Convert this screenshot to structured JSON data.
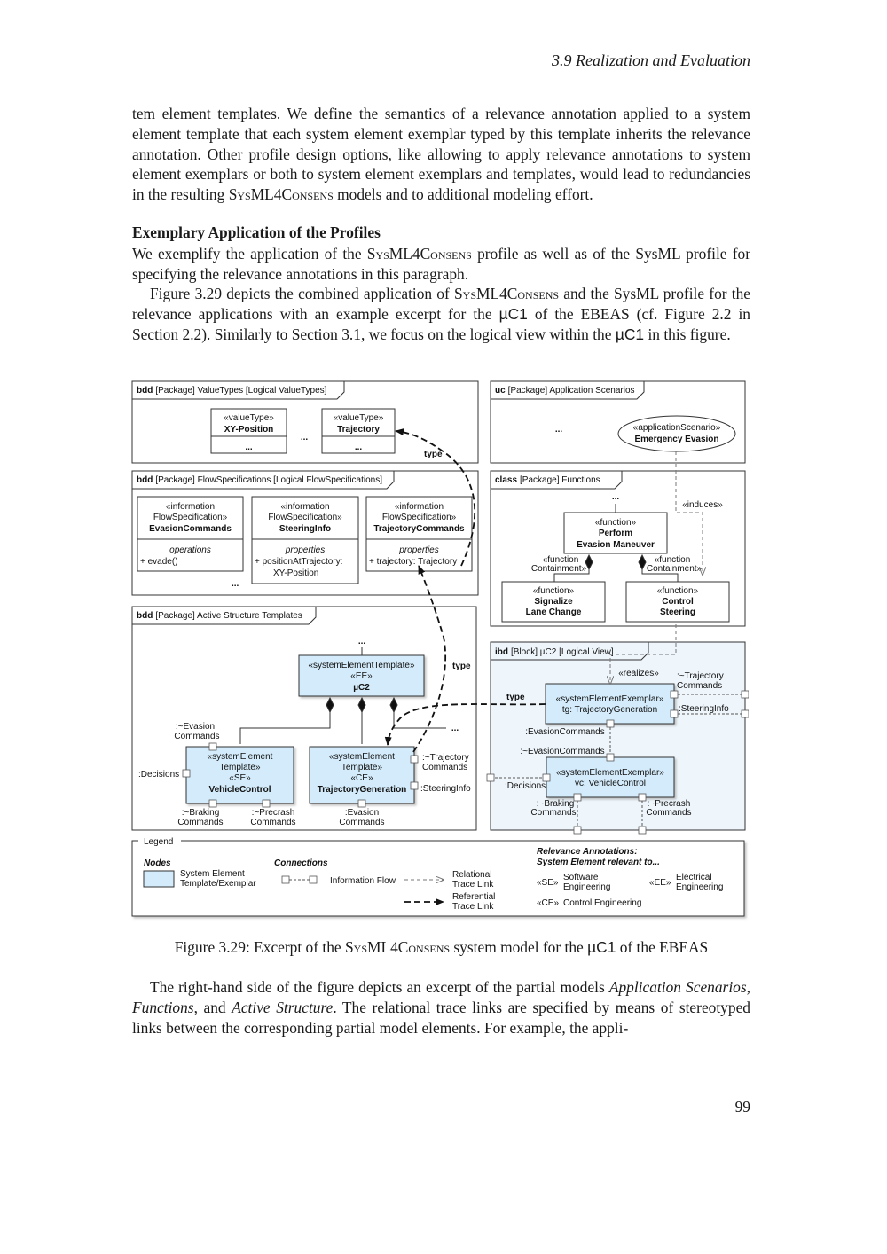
{
  "header": {
    "section": "3.9  Realization and Evaluation"
  },
  "p1": {
    "text": "tem element templates. We define the semantics of a relevance annotation applied to a system element template that each system element exemplar typed by this template inherits the relevance annotation. Other profile design options, like allowing to apply relevance annotations to system element exemplars or both to system element exemplars and templates, would lead to redundancies in the resulting ",
    "sc": "SysML4Consens",
    "tail": " models and to additional modeling effort."
  },
  "heading": "Exemplary Application of the Profiles",
  "p2": {
    "a": "We exemplify the application of the ",
    "sc": "SysML4Consens",
    "b": " profile as well as of the SysML profile for specifying the relevance annotations in this paragraph."
  },
  "p3": {
    "a": "Figure 3.29 depicts the combined application of ",
    "sc": "SysML4Consens",
    "b": " and the SysML profile for the relevance applications with an example excerpt for the ",
    "uc1": "µC1",
    "c": " of the EBEAS (cf. Figure 2.2 in Section 2.2). Similarly to Section 3.1, we focus on the logical view within the ",
    "uc1b": "µC1",
    "d": " in this figure."
  },
  "figure": {
    "valuetypes": {
      "frame_kind": "bdd",
      "frame_title": "[Package] ValueTypes [Logical ValueTypes]",
      "b1_stereo": "«valueType»",
      "b1_name": "XY-Position",
      "b1_dots": "...",
      "between_dots": "...",
      "b2_stereo": "«valueType»",
      "b2_name": "Trajectory",
      "b2_dots": "...",
      "type_label": "type"
    },
    "flowspecs": {
      "frame_kind": "bdd",
      "frame_title": "[Package] FlowSpecifications [Logical FlowSpecifications]",
      "fs1_s1": "«information",
      "fs1_s2": "FlowSpecification»",
      "fs1_name": "EvasionCommands",
      "fs1_comp": "operations",
      "fs1_item": "+ evade()",
      "fs2_s1": "«information",
      "fs2_s2": "FlowSpecification»",
      "fs2_name": "SteeringInfo",
      "fs2_comp": "properties",
      "fs2_item1": "+ positionAtTrajectory:",
      "fs2_item2": "XY-Position",
      "fs3_s1": "«information",
      "fs3_s2": "FlowSpecification»",
      "fs3_name": "TrajectoryCommands",
      "fs3_comp": "properties",
      "fs3_item": "+ trajectory: Trajectory",
      "dots": "..."
    },
    "active": {
      "frame_kind": "bdd",
      "frame_title": "[Package] Active Structure Templates",
      "top_dots": "...",
      "uc2_s1": "«systemElementTemplate»",
      "uc2_s2": "«EE»",
      "uc2_name": "µC2",
      "type_label": "type",
      "vc_s1": "«systemElement",
      "vc_s2": "Template»",
      "vc_s3": "«SE»",
      "vc_name": "VehicleControl",
      "tg_s1": "«systemElement",
      "tg_s2": "Template»",
      "tg_s3": "«CE»",
      "tg_name": "TrajectoryGeneration",
      "right_dots": "...",
      "p_evasion1": ":~Evasion",
      "p_evasion2": "Commands",
      "p_decisions": ":Decisions",
      "p_braking1": ":~Braking",
      "p_braking2": "Commands",
      "p_precrash1": ":~Precrash",
      "p_precrash2": "Commands",
      "p_traj1": ":~Trajectory",
      "p_traj2": "Commands",
      "p_steering": ":SteeringInfo",
      "p_evcmd1": ":Evasion",
      "p_evcmd2": "Commands"
    },
    "usecases": {
      "frame_kind": "uc",
      "frame_title": "[Package] Application Scenarios",
      "dots": "...",
      "s_stereo": "«applicationScenario»",
      "s_name": "Emergency Evasion"
    },
    "functions": {
      "frame_kind": "class",
      "frame_title": "[Package] Functions",
      "top_dots": "...",
      "induces": "«induces»",
      "f1_stereo": "«function»",
      "f1_n1": "Perform",
      "f1_n2": "Evasion Maneuver",
      "c1_a": "«function",
      "c1_b": "Containment»",
      "c2_a": "«function",
      "c2_b": "Containment»",
      "f2_stereo": "«function»",
      "f2_n1": "Signalize",
      "f2_n2": "Lane Change",
      "f3_stereo": "«function»",
      "f3_n1": "Control",
      "f3_n2": "Steering"
    },
    "ibd": {
      "frame_kind": "ibd",
      "frame_title": "[Block] µC2 [Logical View]",
      "realizes": "«realizes»",
      "type_label": "type",
      "tg_stereo": "«systemElementExemplar»",
      "tg_name": "tg: TrajectoryGeneration",
      "vc_stereo": "«systemElementExemplar»",
      "vc_name": "vc: VehicleControl",
      "p_traj1": ":~Trajectory",
      "p_traj2": "Commands",
      "p_steering": ":SteeringInfo",
      "p_evcmd": ":EvasionCommands",
      "p_tevcmd": ":~EvasionCommands",
      "p_decisions": ":Decisions",
      "p_braking1": ":~Braking",
      "p_braking2": "Commands",
      "p_precrash1": ":~Precrash",
      "p_precrash2": "Commands"
    },
    "legend": {
      "title": "Legend",
      "nodes": "Nodes",
      "node1": "System Element",
      "node2": "Template/Exemplar",
      "connections": "Connections",
      "info_flow": "Information Flow",
      "relational1": "Relational",
      "relational2": "Trace Link",
      "referential1": "Referential",
      "referential2": "Trace Link",
      "rel_title1": "Relevance Annotations:",
      "rel_title2": "System Element relevant to...",
      "se_tag": "«SE»",
      "se1": "Software",
      "se2": "Engineering",
      "ee_tag": "«EE»",
      "ee1": "Electrical",
      "ee2": "Engineering",
      "ce_tag": "«CE»",
      "ce": "Control Engineering"
    },
    "colors": {
      "block_fill": "#d3ebfa",
      "ibd_fill": "#eef6fc",
      "stroke": "#333333"
    }
  },
  "caption": {
    "a": "Figure 3.29: Excerpt of the ",
    "sc": "SysML4Consens",
    "b": " system model for the ",
    "uc1": "µC1",
    "c": " of the EBEAS"
  },
  "p4": {
    "a": "The right-hand side of the figure depicts an excerpt of the partial models ",
    "i1": "Application Scenarios",
    "b": ", ",
    "i2": "Functions",
    "c": ", and ",
    "i3": "Active Structure",
    "d": ". The relational trace links are specified by means of stereotyped links between the corresponding partial model elements. For example, the appli-"
  },
  "page_number": "99"
}
